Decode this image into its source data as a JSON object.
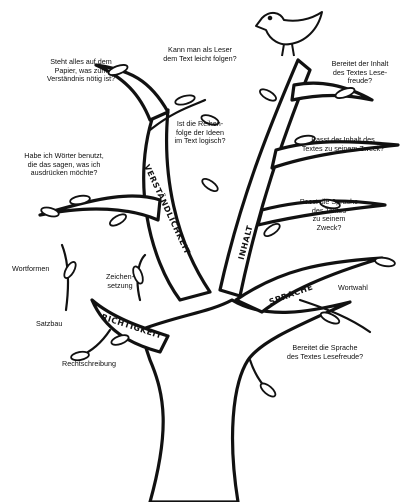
{
  "colors": {
    "ink": "#111111",
    "paper": "#ffffff"
  },
  "icons": {
    "bird": "bird-icon",
    "leaf": "leaf-icon"
  },
  "categories": {
    "verstaendlichkeit": "VERSTÄNDLICHKEIT",
    "inhalt": "INHALT",
    "sprache": "SPRACHE",
    "richtigkeit": "RICHTIGKEIT"
  },
  "questions": {
    "q_steht_alles": "Steht alles auf dem\nPapier, was zum\nVerständnis nötig ist?",
    "q_kann_man": "Kann man als Leser\ndem Text leicht folgen?",
    "q_bereitet_inhalt": "Bereitet der Inhalt\ndes Textes Lese-\nfreude?",
    "q_reihenfolge": "Ist die Reihen-\nfolge der Ideen\nim Text logisch?",
    "q_passt_inhalt": "Passt der Inhalt des\nTextes zu seinem Zweck?",
    "q_woerter": "Habe ich Wörter benutzt,\ndie das sagen, was ich\nausdrücken möchte?",
    "q_passt_sprache": "Passt die Sprache\ndes Textes\nzu seinem\nZweck?",
    "q_bereitet_sprache": "Bereitet die Sprache\ndes Textes Lesefreude?"
  },
  "labels": {
    "wortformen": "Wortformen",
    "zeichensetzung": "Zeichen-\nsetzung",
    "satzbau": "Satzbau",
    "wortwahl": "Wortwahl",
    "rechtschreibung": "Rechtschreibung"
  }
}
